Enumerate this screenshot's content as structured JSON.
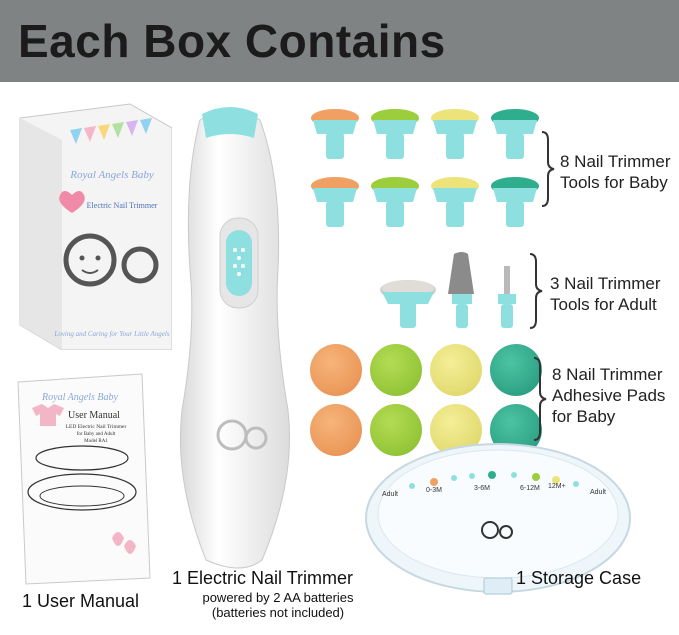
{
  "banner": {
    "title": "Each Box Contains"
  },
  "box": {
    "brand": "Royal Angels Baby",
    "product": "Electric Nail Trimmer",
    "tagline": "Loving and Caring for Your Little Angels"
  },
  "manual": {
    "brand": "Royal Angels Baby",
    "title": "User Manual",
    "line1": "LED Electric Nail Trimmer",
    "line2": "for Baby and Adult",
    "line3": "Model RA1"
  },
  "case": {
    "markings": [
      "Adult",
      "0-3M",
      "3-6M",
      "6-12M",
      "12M+",
      "Adult"
    ]
  },
  "colors": {
    "banner": "#7f8383",
    "teal": "#8ee0e0",
    "orange": "#f0a062",
    "green": "#9ccd3c",
    "yellow": "#ece47a",
    "darkgreen": "#2fae8e"
  },
  "labels": {
    "baby_tools": [
      "8 Nail Trimmer",
      "Tools for Baby"
    ],
    "adult_tools": [
      "3 Nail Trimmer",
      "Tools for Adult"
    ],
    "pads": [
      "8 Nail Trimmer",
      "Adhesive Pads",
      "for Baby"
    ],
    "trimmer_main": "1 Electric Nail Trimmer",
    "trimmer_sub1": "powered by 2 AA batteries",
    "trimmer_sub2": "(batteries not included)",
    "manual": "1 User Manual",
    "case": "1 Storage Case"
  }
}
